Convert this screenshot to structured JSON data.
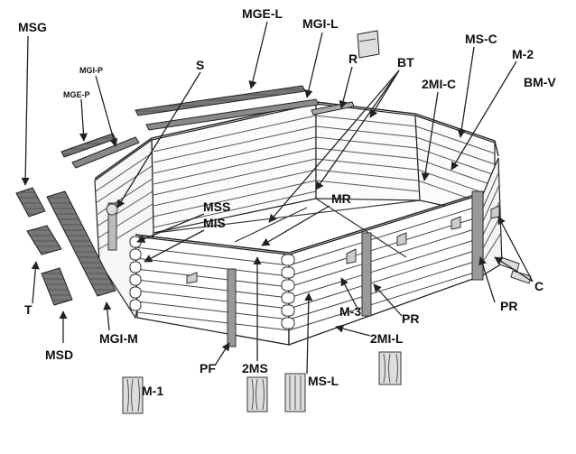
{
  "labels": {
    "msg": "MSG",
    "mgi_p": "MGI-P",
    "mge_p": "MGE-P",
    "s": "S",
    "mge_l": "MGE-L",
    "mgi_l": "MGI-L",
    "r": "R",
    "bt": "BT",
    "ms_c": "MS-C",
    "m2": "M-2",
    "mi2_c": "2MI-C",
    "bm_v": "BM-V",
    "mss": "MSS",
    "mis": "MIS",
    "mr": "MR",
    "t": "T",
    "msd": "MSD",
    "mgi_m": "MGI-M",
    "c": "C",
    "pr_center": "PR",
    "pr_right": "PR",
    "m3": "M-3",
    "mi2_l": "2MI-L",
    "pf": "PF",
    "ms2": "2MS",
    "m1": "M-1",
    "ms_l": "MS-L"
  }
}
